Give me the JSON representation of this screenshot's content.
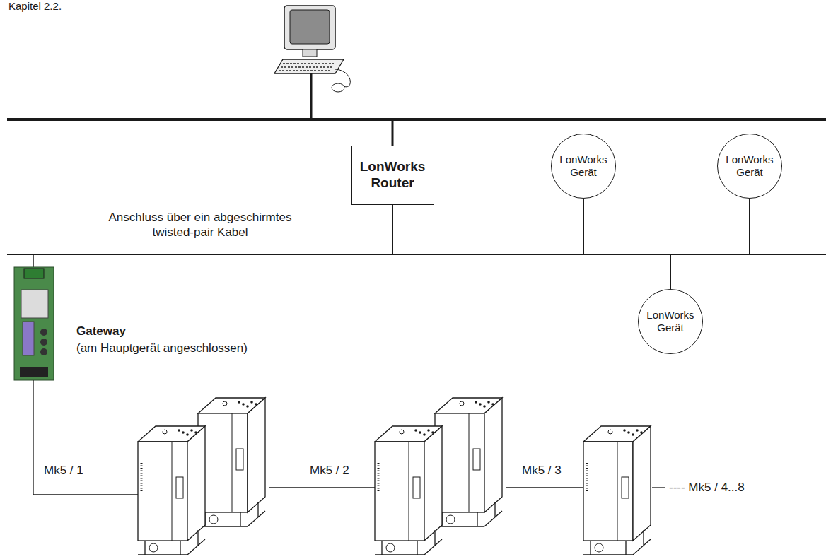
{
  "diagram": {
    "nodes": [
      {
        "text": [
          "LonWorks Router"
        ]
      },
      {
        "text": [
          "LonWorks Gerät"
        ]
      },
      {
        "text": [
          "LonWorks Gerät"
        ]
      },
      {
        "text": [
          "LonWorks Gerät"
        ]
      }
    ],
    "edges": [
      {
        "from": 0,
        "to": 1,
        "arrow": "none"
      },
      {
        "from": 0,
        "to": 2,
        "arrow": "none"
      },
      {
        "from": 0,
        "to": 3,
        "arrow": "none"
      }
    ],
    "labels": [
      "Kapitel 2.2.",
      "Anschluss über ein abgeschirmtes twisted-pair Kabel",
      "Gateway",
      "(am Hauptgerät angeschlossen)",
      "Mk5 / 1",
      "Mk5 / 2",
      "Mk5 / 3",
      "---- Mk5 / 4...8"
    ]
  }
}
